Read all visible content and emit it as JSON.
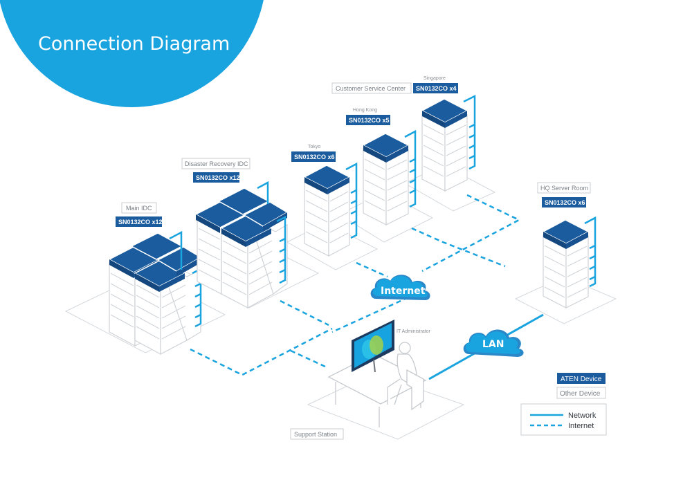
{
  "title": "Connection Diagram",
  "sites": {
    "main_idc": {
      "name": "Main IDC",
      "device": "SN0132CO x12"
    },
    "disaster_recovery": {
      "name": "Disaster Recovery IDC",
      "device": "SN0132CO x12"
    },
    "tokyo": {
      "name": "Tokyo",
      "device": "SN0132CO x6"
    },
    "hong_kong": {
      "name": "Hong Kong",
      "device": "SN0132CO x5"
    },
    "customer_service": {
      "name": "Customer Service Center"
    },
    "singapore": {
      "name": "Singapore",
      "device": "SN0132CO x4"
    },
    "hq_server_room": {
      "name": "HQ Server Room",
      "device": "SN0132CO x6"
    },
    "support_station": {
      "name": "Support Station"
    },
    "it_admin": {
      "name": "IT Administrator"
    }
  },
  "clouds": {
    "internet": "Internet",
    "lan": "LAN"
  },
  "legend": {
    "aten_device": "ATEN Device",
    "other_device": "Other Device",
    "network": "Network",
    "internet": "Internet"
  },
  "colors": {
    "accent": "#19a3df",
    "device": "#1b5c9e",
    "device_top": "#235fa3",
    "rack_line": "#cfd3d7",
    "label_grey": "#8a8f94"
  }
}
